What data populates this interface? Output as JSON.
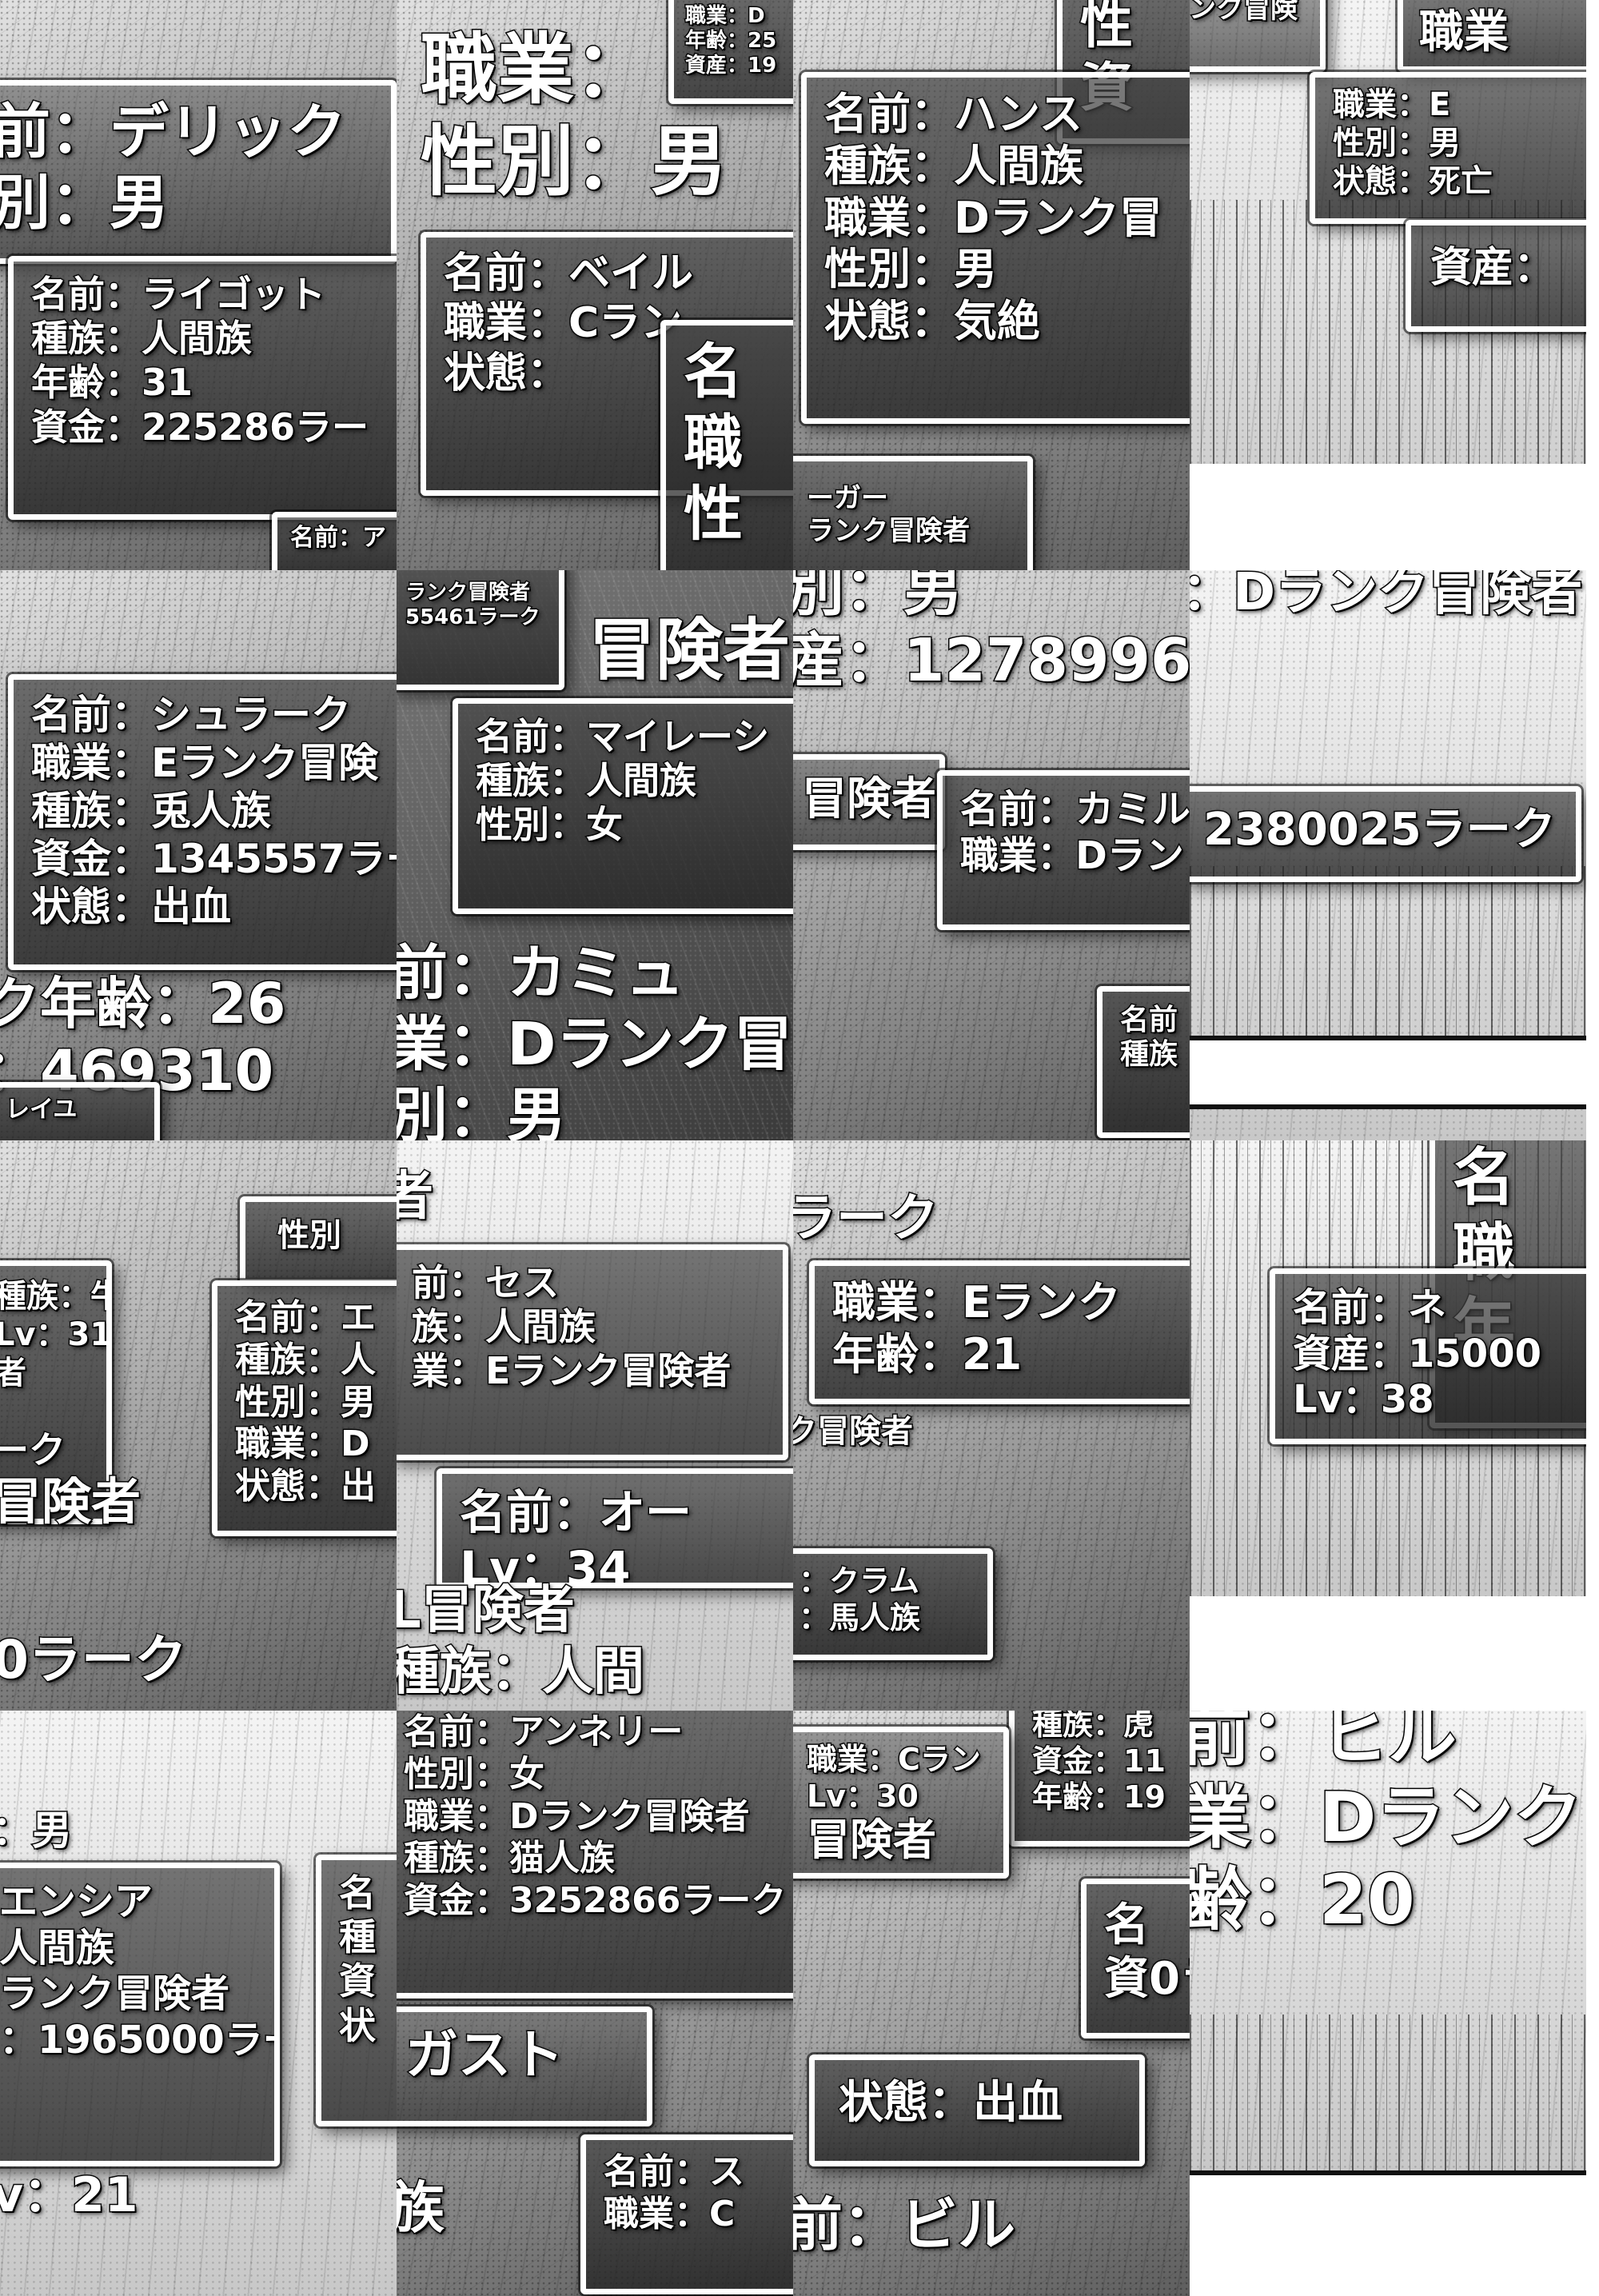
{
  "panels": [
    {
      "boxes": [
        {
          "lines": [
            "前：デリック",
            "別：男"
          ]
        },
        {
          "lines": [
            "名前：ライゴット",
            "種族：人間族",
            "年齢：31",
            "資金：225286ラー"
          ]
        },
        {
          "lines": [
            "名前：ア"
          ]
        }
      ]
    },
    {
      "boxes": [
        {
          "lines": [
            "職業：D",
            "年齢：25",
            "資産：19"
          ]
        },
        {
          "lines": [
            "職業：",
            "性別：男"
          ]
        },
        {
          "lines": [
            "名前：ベイル",
            "職業：Cラン",
            "状態："
          ]
        },
        {
          "lines": [
            "名",
            "職",
            "性"
          ]
        }
      ]
    },
    {
      "boxes": [
        {
          "lines": [
            "性",
            "資"
          ]
        },
        {
          "lines": [
            "名前：ハンス",
            "種族：人間族",
            "職業：Dランク冒",
            "性別：男",
            "状態：気絶"
          ]
        },
        {
          "lines": [
            "ーガー",
            "ランク冒険者"
          ]
        }
      ]
    },
    {
      "boxes": [
        {
          "lines": [
            "ンク冒険"
          ]
        },
        {
          "lines": [
            "職業"
          ]
        },
        {
          "lines": [
            "職業：E",
            "性別：男",
            "状態：死亡"
          ]
        },
        {
          "lines": [
            "資産："
          ]
        }
      ]
    },
    {
      "boxes": [
        {
          "lines": [
            "名前：シュラーク",
            "職業：Eランク冒険",
            "種族：兎人族",
            "資金：1345557ラー",
            "状態：出血"
          ]
        },
        {
          "lines": [
            "ク年齢：26",
            "：469310"
          ]
        },
        {
          "lines": [
            "レイユ"
          ]
        }
      ]
    },
    {
      "boxes": [
        {
          "lines": [
            "ランク冒険者",
            "55461ラーク"
          ]
        },
        {
          "lines": [
            "冒険者"
          ]
        },
        {
          "lines": [
            "名前：マイレーシ",
            "種族：人間族",
            "性別：女"
          ]
        },
        {
          "lines": [
            "前：カミュ",
            "業：Dランク冒",
            "別：男"
          ]
        }
      ]
    },
    {
      "boxes": [
        {
          "lines": [
            "別：男",
            "産：1278996"
          ]
        },
        {
          "lines": [
            "冒険者"
          ]
        },
        {
          "lines": [
            "名前：カミル",
            "職業：Dラン"
          ]
        },
        {
          "lines": [
            "名前",
            "種族"
          ]
        }
      ]
    },
    {
      "boxes": [
        {
          "lines": [
            "：Dランク冒険者"
          ]
        },
        {
          "lines": [
            "2380025ラーク"
          ]
        }
      ]
    },
    {
      "boxes": [
        {
          "lines": [
            "種族：牛人族",
            "Lv：31",
            "者"
          ]
        },
        {
          "lines": [
            "ーク",
            "冒険者"
          ]
        },
        {
          "lines": [
            "性別"
          ]
        },
        {
          "lines": [
            "名前：エ",
            "種族：人",
            "性別：男",
            "職業：D",
            "状態：出"
          ]
        },
        {
          "lines": [
            "0ラーク"
          ]
        }
      ]
    },
    {
      "boxes": [
        {
          "lines": [
            "者"
          ]
        },
        {
          "lines": [
            "前：セス",
            "族：人間族",
            "業：Eランク冒険者"
          ]
        },
        {
          "lines": [
            "名前：オー",
            "Lv：34"
          ]
        },
        {
          "lines": [
            "L冒険者",
            "種族：人間"
          ]
        }
      ]
    },
    {
      "boxes": [
        {
          "lines": [
            "ラーク"
          ]
        },
        {
          "lines": [
            "職業：Eランク",
            "年齢：21"
          ]
        },
        {
          "lines": [
            "ク冒険者"
          ]
        },
        {
          "lines": [
            "：クラム",
            "：馬人族"
          ]
        }
      ]
    },
    {
      "boxes": [
        {
          "lines": [
            "名",
            "職",
            "年"
          ]
        },
        {
          "lines": [
            "名前：ネ",
            "資産：15000",
            "Lv：38"
          ]
        }
      ]
    },
    {
      "boxes": [
        {
          "lines": [
            "：男"
          ]
        },
        {
          "lines": [
            "エンシア",
            "人間族",
            "ランク冒険者",
            "：1965000ラー"
          ]
        },
        {
          "lines": [
            "名",
            "種",
            "資",
            "状"
          ]
        },
        {
          "lines": [
            "v：21"
          ]
        }
      ]
    },
    {
      "boxes": [
        {
          "lines": [
            "名前：アンネリー",
            "性別：女",
            "職業：Dランク冒険者",
            "種族：猫人族",
            "資金：3252866ラーク"
          ]
        },
        {
          "lines": [
            "ガスト"
          ]
        },
        {
          "lines": [
            "族"
          ]
        },
        {
          "lines": [
            "名前：ス",
            "職業：C"
          ]
        }
      ]
    },
    {
      "boxes": [
        {
          "lines": [
            "種族：虎",
            "資金：11",
            "年齢：19"
          ]
        },
        {
          "lines": [
            "職業：Cラン",
            "Lv：30",
            "冒険者"
          ]
        },
        {
          "lines": [
            "名",
            "資0ラーク"
          ]
        },
        {
          "lines": [
            "状態：出血"
          ]
        },
        {
          "lines": [
            "前：ビル"
          ]
        }
      ]
    },
    {
      "boxes": [
        {
          "lines": [
            "前：ヒル",
            "業：Dランク",
            "齢：20"
          ]
        }
      ]
    }
  ]
}
